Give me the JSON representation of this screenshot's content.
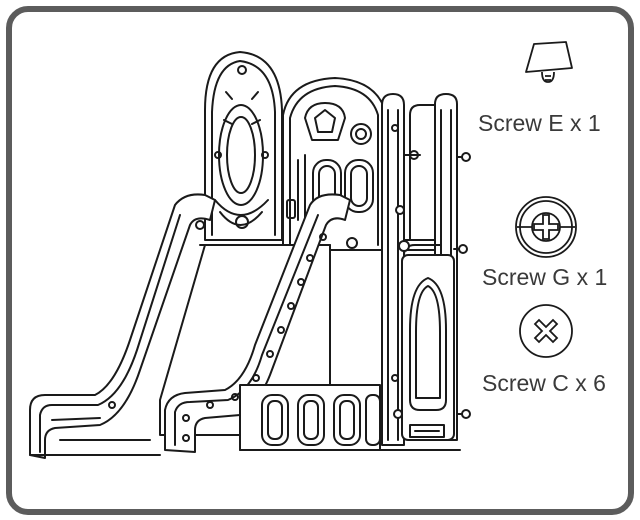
{
  "parts": [
    {
      "label": "Screw E x 1",
      "icon": "screw-e-icon"
    },
    {
      "label": "Screw G x 1",
      "icon": "screw-g-icon"
    },
    {
      "label": "Screw C x 6",
      "icon": "screw-c-icon"
    }
  ],
  "colors": {
    "frame": "#5c5c5c",
    "line": "#1a1a1a",
    "text": "#3a3a3a"
  }
}
